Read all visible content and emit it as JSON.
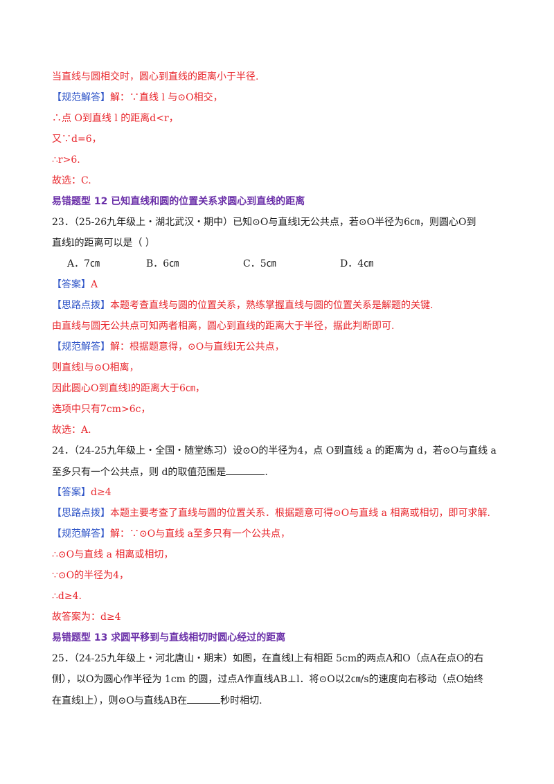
{
  "blocks": [
    {
      "type": "red",
      "text": "当直线与圆相交时，圆心到直线的距离小于半径."
    },
    {
      "type": "solution",
      "label": "【规范解答】",
      "text": "解：∵直线 l 与⊙O相交，"
    },
    {
      "type": "red",
      "text": "∴点 O到直线 l 的距离d<r，"
    },
    {
      "type": "red",
      "text": "又∵d=6，"
    },
    {
      "type": "red",
      "text": "∴r>6."
    },
    {
      "type": "red",
      "text": "故选：C."
    },
    {
      "type": "heading",
      "text": "易错题型 12  已知直线和圆的位置关系求圆心到直线的距离"
    },
    {
      "type": "question",
      "text": "23．（25-26九年级上・湖北武汉・期中）已知⊙O与直线l无公共点，若⊙O半径为6㎝，则圆心O到"
    },
    {
      "type": "question",
      "text": "直线l的距离可以是（      ）"
    },
    {
      "type": "options",
      "items": [
        "A．7㎝",
        "B．6㎝",
        "C．5㎝",
        "D．4㎝"
      ]
    },
    {
      "type": "answer",
      "label": "【答案】",
      "text": "A"
    },
    {
      "type": "hint",
      "label": "【思路点拨】",
      "text": "本题考查直线与圆的位置关系，熟练掌握直线与圆的位置关系是解题的关键."
    },
    {
      "type": "red",
      "text": "由直线与圆无公共点可知两者相离，圆心到直线的距离大于半径，据此判断即可."
    },
    {
      "type": "solution",
      "label": "【规范解答】",
      "text": "解：根据题意得，⊙O与直线l无公共点，"
    },
    {
      "type": "red",
      "text": "则直线l与⊙O相离，"
    },
    {
      "type": "red",
      "text": "因此圆心O到直线l的距离大于6㎝，"
    },
    {
      "type": "red",
      "text": "选项中只有7cm>6c，"
    },
    {
      "type": "red",
      "text": "故选：A."
    },
    {
      "type": "question",
      "text": "24．（24-25九年级上・全国・随堂练习）设⊙O的半径为4，点 O到直线 a 的距离为 d，若⊙O与直线 a"
    },
    {
      "type": "question_blank",
      "text": "至多只有一个公共点，则 d的取值范围是",
      "after": "."
    },
    {
      "type": "answer",
      "label": "【答案】",
      "text": "d≥4"
    },
    {
      "type": "hint",
      "label": "【思路点拨】",
      "text": "本题主要考查了直线与圆的位置关系．根据题意可得⊙O与直线 a 相离或相切，即可求解."
    },
    {
      "type": "solution",
      "label": "【规范解答】",
      "text": "解：∵⊙O与直线 a至多只有一个公共点，"
    },
    {
      "type": "red",
      "text": "∴⊙O与直线 a 相离或相切，"
    },
    {
      "type": "red",
      "text": "∵⊙O的半径为4，"
    },
    {
      "type": "red",
      "text": "∴d≥4."
    },
    {
      "type": "red",
      "text": "故答案为：d≥4"
    },
    {
      "type": "heading",
      "text": "易错题型 13  求圆平移到与直线相切时圆心经过的距离"
    },
    {
      "type": "question",
      "text": "25．（24-25九年级上・河北唐山・期末）如图，在直线l上有相距 5cm的两点A和O（点A在点O的右"
    },
    {
      "type": "question",
      "text": "侧），以O为圆心作半径为 1cm 的圆，过点A作直线AB⊥l．将⊙O以2㎝/s的速度向右移动（点O始终"
    },
    {
      "type": "question_blank",
      "text": "在直线l上），则⊙O与直线AB在",
      "after": "秒时相切."
    }
  ]
}
